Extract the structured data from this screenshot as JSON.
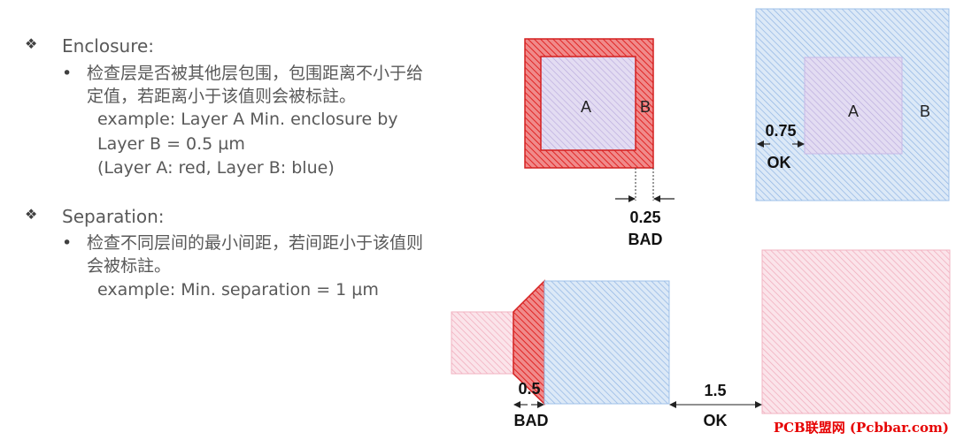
{
  "enclosure": {
    "bullet": "❖",
    "title": "Enclosure:",
    "desc_line1": "检查层是否被其他层包围，包围距离不小于给",
    "desc_line2": "定值，若距离小于该值则会被标註。",
    "example_line1": "example: Layer A Min. enclosure by",
    "example_line2": "Layer B = 0.5 µm",
    "example_line3": "(Layer A: red,     Layer B: blue)"
  },
  "separation": {
    "bullet": "❖",
    "title": "Separation:",
    "desc_line1": "检查不同层间的最小间距，若间距小于该值则",
    "desc_line2": "会被标註。",
    "example_line1": "example: Min. separation = 1 µm"
  },
  "sub_bullet": "•",
  "diagram_enclosure_bad": {
    "label_a": "A",
    "label_b": "B",
    "value": "0.25",
    "status": "BAD"
  },
  "diagram_enclosure_ok": {
    "label_a": "A",
    "label_b": "B",
    "value": "0.75",
    "status": "OK"
  },
  "diagram_separation_bad": {
    "value": "0.5",
    "status": "BAD"
  },
  "diagram_separation_ok": {
    "value": "1.5",
    "status": "OK"
  },
  "watermark": "PCB联盟网 (Pcbbar.com)",
  "colors": {
    "red": "#e83a3a",
    "blue": "#6f9fd8",
    "pink": "#f2a7b7",
    "purple": "#b7a3dc"
  }
}
